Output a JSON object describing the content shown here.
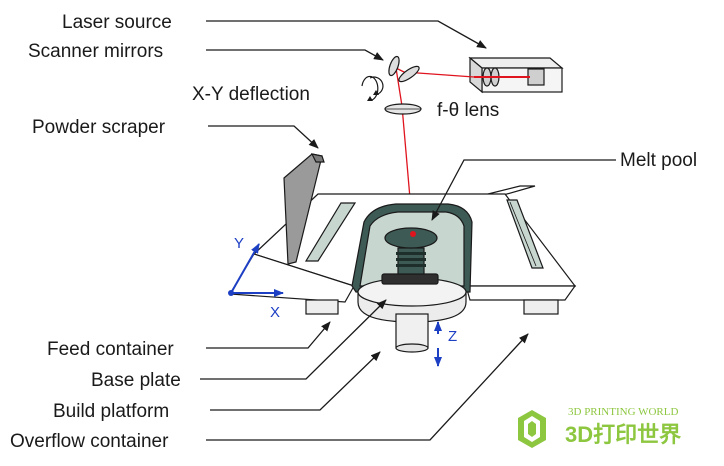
{
  "labels": {
    "laser_source": "Laser source",
    "scanner_mirrors": "Scanner mirrors",
    "xy_deflection": "X-Y deflection",
    "f_theta_lens": "f-θ lens",
    "powder_scraper": "Powder scraper",
    "melt_pool": "Melt pool",
    "feed_container": "Feed container",
    "base_plate": "Base plate",
    "build_platform": "Build platform",
    "overflow_container": "Overflow container"
  },
  "axes": {
    "x": "X",
    "y": "Y",
    "z": "Z"
  },
  "watermark": {
    "line1": "3D PRINTING WORLD",
    "line2": "3D打印世界"
  },
  "colors": {
    "laser_beam": "#e0141e",
    "axis": "#1d3fc4",
    "watermark": "#8dc63f",
    "powder": "#c8d6d0",
    "part": "#3e5a55"
  }
}
